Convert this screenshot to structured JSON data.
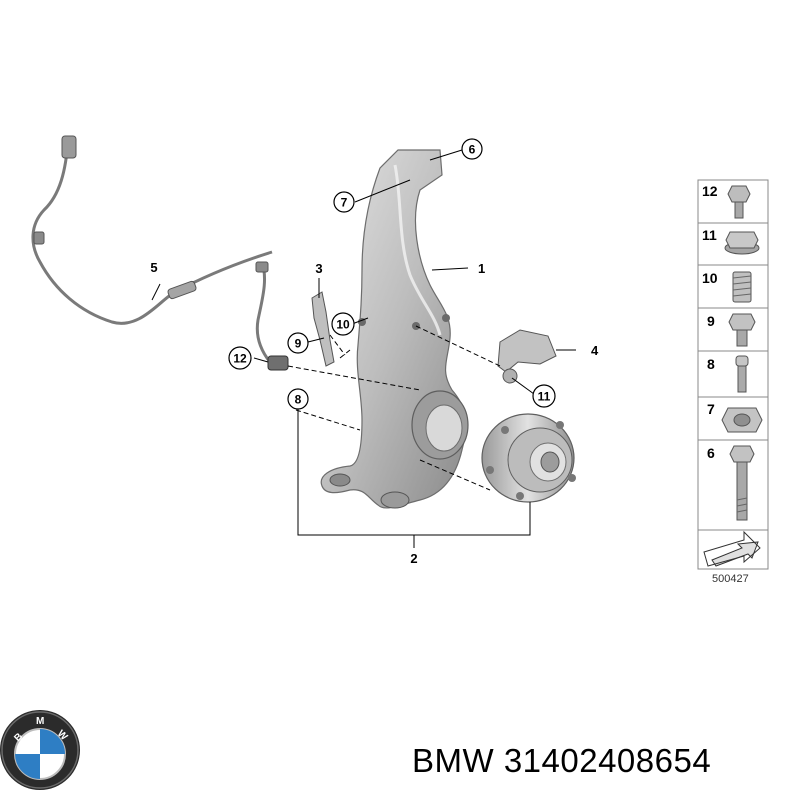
{
  "diagram": {
    "callouts": [
      "1",
      "2",
      "3",
      "4",
      "5",
      "6",
      "7",
      "8",
      "9",
      "10",
      "11",
      "12"
    ],
    "legend": [
      "12",
      "11",
      "10",
      "9",
      "8",
      "7",
      "6"
    ],
    "diagram_number": "500427"
  },
  "brand": {
    "logo": "bmw-roundel-logo",
    "logo_letters": "BMW",
    "part_number": "BMW 31402408654"
  },
  "colors": {
    "part_fill": "#c9c9c9",
    "part_dark": "#8d8d8d",
    "line": "#000000"
  }
}
